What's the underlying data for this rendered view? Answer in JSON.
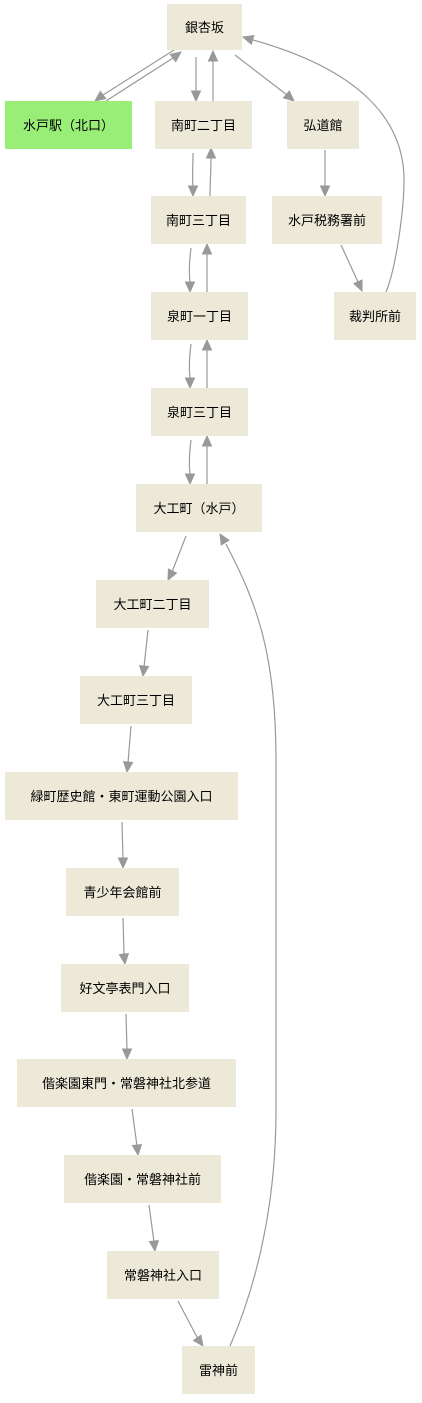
{
  "diagram": {
    "colors": {
      "node_fill": "#ece9d8",
      "highlight_fill": "#99ee77",
      "edge": "#999999",
      "text": "#000000"
    },
    "nodes": [
      {
        "id": "ginkyozaka",
        "label": "銀杏坂"
      },
      {
        "id": "mito_station",
        "label": "水戸駅（北口）",
        "highlight": true
      },
      {
        "id": "minami2",
        "label": "南町二丁目"
      },
      {
        "id": "kodokan",
        "label": "弘道館"
      },
      {
        "id": "minami3",
        "label": "南町三丁目"
      },
      {
        "id": "zeimusho",
        "label": "水戸税務署前"
      },
      {
        "id": "izumi1",
        "label": "泉町一丁目"
      },
      {
        "id": "saibansho",
        "label": "裁判所前"
      },
      {
        "id": "izumi3",
        "label": "泉町三丁目"
      },
      {
        "id": "daiku",
        "label": "大工町（水戸）"
      },
      {
        "id": "daiku2",
        "label": "大工町二丁目"
      },
      {
        "id": "daiku3",
        "label": "大工町三丁目"
      },
      {
        "id": "midori",
        "label": "緑町歴史館・東町運動公園入口"
      },
      {
        "id": "seishonen",
        "label": "青少年会館前"
      },
      {
        "id": "kobuntei",
        "label": "好文亭表門入口"
      },
      {
        "id": "kairakuen_east",
        "label": "偕楽園東門・常磐神社北参道"
      },
      {
        "id": "kairakuen",
        "label": "偕楽園・常磐神社前"
      },
      {
        "id": "tokiwa",
        "label": "常磐神社入口"
      },
      {
        "id": "raijin",
        "label": "雷神前"
      }
    ],
    "edges": [
      {
        "from": "ginkyozaka",
        "to": "mito_station"
      },
      {
        "from": "mito_station",
        "to": "ginkyozaka"
      },
      {
        "from": "ginkyozaka",
        "to": "minami2"
      },
      {
        "from": "minami2",
        "to": "ginkyozaka"
      },
      {
        "from": "ginkyozaka",
        "to": "kodokan"
      },
      {
        "from": "minami2",
        "to": "minami3"
      },
      {
        "from": "minami3",
        "to": "minami2"
      },
      {
        "from": "kodokan",
        "to": "zeimusho"
      },
      {
        "from": "zeimusho",
        "to": "saibansho"
      },
      {
        "from": "saibansho",
        "to": "ginkyozaka"
      },
      {
        "from": "minami3",
        "to": "izumi1"
      },
      {
        "from": "izumi1",
        "to": "minami3"
      },
      {
        "from": "izumi1",
        "to": "izumi3"
      },
      {
        "from": "izumi3",
        "to": "izumi1"
      },
      {
        "from": "izumi3",
        "to": "daiku"
      },
      {
        "from": "daiku",
        "to": "izumi3"
      },
      {
        "from": "daiku",
        "to": "daiku2"
      },
      {
        "from": "daiku2",
        "to": "daiku3"
      },
      {
        "from": "daiku3",
        "to": "midori"
      },
      {
        "from": "midori",
        "to": "seishonen"
      },
      {
        "from": "seishonen",
        "to": "kobuntei"
      },
      {
        "from": "kobuntei",
        "to": "kairakuen_east"
      },
      {
        "from": "kairakuen_east",
        "to": "kairakuen"
      },
      {
        "from": "kairakuen",
        "to": "tokiwa"
      },
      {
        "from": "tokiwa",
        "to": "raijin"
      },
      {
        "from": "raijin",
        "to": "daiku"
      }
    ]
  }
}
